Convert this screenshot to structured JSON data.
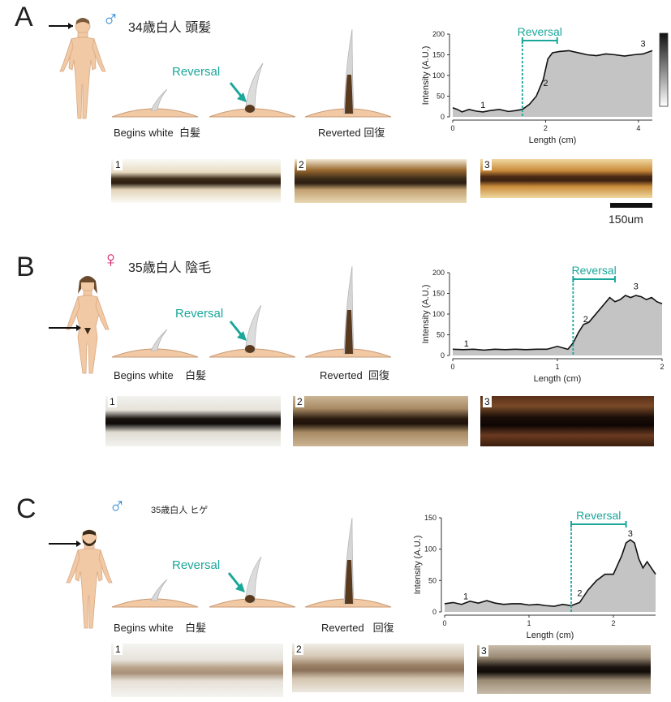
{
  "panels": [
    {
      "letter": "A",
      "sex_symbol": "♂",
      "sex_color": "#3a8fd6",
      "title": "34歳白人 頭髪",
      "stage1": "Begins white",
      "stage1_jp": "白髪",
      "stage2": "Reversal",
      "stage3": "Reverted",
      "stage3_jp": "回復",
      "micro_labels": [
        "1",
        "2",
        "3"
      ]
    },
    {
      "letter": "B",
      "sex_symbol": "♀",
      "sex_color": "#d21f6a",
      "title": "35歳白人 陰毛",
      "stage1": "Begins white",
      "stage1_jp": "白髪",
      "stage2": "Reversal",
      "stage3": "Reverted",
      "stage3_jp": "回復",
      "micro_labels": [
        "1",
        "2",
        "3"
      ]
    },
    {
      "letter": "C",
      "sex_symbol": "♂",
      "sex_color": "#3a8fd6",
      "title": "35歳白人 ヒゲ",
      "stage1": "Begins white",
      "stage1_jp": "白髪",
      "stage2": "Reversal",
      "stage3": "Reverted",
      "stage3_jp": "回復",
      "micro_labels": [
        "1",
        "2",
        "3"
      ]
    }
  ],
  "scalebar": "150um",
  "colors": {
    "teal": "#1aa79a",
    "skin": "#f1c9a5",
    "fill": "#c4c4c4"
  },
  "chart_data": [
    {
      "type": "area",
      "xlabel": "Length (cm)",
      "ylabel": "Intensity (A.U.)",
      "xlim": [
        0,
        4.3
      ],
      "ylim": [
        0,
        200
      ],
      "xticks": [
        0,
        2,
        4
      ],
      "yticks": [
        0,
        50,
        100,
        150,
        200
      ],
      "reversal_label": "Reversal",
      "reversal_range": [
        1.5,
        2.25
      ],
      "points": [
        {
          "label": "1",
          "x": 0.65,
          "y": 22
        },
        {
          "label": "2",
          "x": 2.0,
          "y": 75
        },
        {
          "label": "3",
          "x": 4.1,
          "y": 170
        }
      ],
      "x": [
        0,
        0.1,
        0.2,
        0.35,
        0.5,
        0.65,
        0.8,
        1.0,
        1.2,
        1.35,
        1.5,
        1.65,
        1.8,
        1.95,
        2.05,
        2.15,
        2.3,
        2.5,
        2.7,
        2.9,
        3.1,
        3.3,
        3.5,
        3.7,
        3.9,
        4.1,
        4.3
      ],
      "y": [
        22,
        18,
        12,
        18,
        14,
        12,
        15,
        18,
        13,
        15,
        18,
        30,
        50,
        90,
        140,
        155,
        158,
        160,
        155,
        150,
        148,
        152,
        150,
        147,
        150,
        152,
        160
      ]
    },
    {
      "type": "area",
      "xlabel": "Length (cm)",
      "ylabel": "Intensity (A.U.)",
      "xlim": [
        0,
        2
      ],
      "ylim": [
        0,
        200
      ],
      "xticks": [
        0,
        1,
        2
      ],
      "yticks": [
        0,
        50,
        100,
        150,
        200
      ],
      "reversal_label": "Reversal",
      "reversal_range": [
        1.15,
        1.55
      ],
      "points": [
        {
          "label": "1",
          "x": 0.13,
          "y": 22
        },
        {
          "label": "2",
          "x": 1.27,
          "y": 80
        },
        {
          "label": "3",
          "x": 1.75,
          "y": 160
        }
      ],
      "x": [
        0,
        0.1,
        0.2,
        0.3,
        0.4,
        0.5,
        0.6,
        0.7,
        0.8,
        0.9,
        1.0,
        1.1,
        1.15,
        1.2,
        1.25,
        1.3,
        1.35,
        1.4,
        1.45,
        1.5,
        1.55,
        1.6,
        1.65,
        1.7,
        1.75,
        1.8,
        1.85,
        1.9,
        1.95,
        2.0
      ],
      "y": [
        15,
        14,
        15,
        13,
        15,
        14,
        15,
        14,
        15,
        15,
        22,
        15,
        30,
        55,
        75,
        80,
        95,
        110,
        125,
        140,
        130,
        135,
        145,
        140,
        145,
        142,
        135,
        140,
        130,
        125
      ]
    },
    {
      "type": "area",
      "xlabel": "Length (cm)",
      "ylabel": "Intensity (A.U.)",
      "xlim": [
        0,
        2.5
      ],
      "ylim": [
        0,
        150
      ],
      "xticks": [
        0,
        1,
        2
      ],
      "yticks": [
        0,
        50,
        100,
        150
      ],
      "reversal_label": "Reversal",
      "reversal_range": [
        1.5,
        2.15
      ],
      "points": [
        {
          "label": "1",
          "x": 0.25,
          "y": 20
        },
        {
          "label": "2",
          "x": 1.6,
          "y": 25
        },
        {
          "label": "3",
          "x": 2.2,
          "y": 120
        }
      ],
      "x": [
        0,
        0.1,
        0.2,
        0.3,
        0.4,
        0.5,
        0.6,
        0.7,
        0.8,
        0.9,
        1.0,
        1.1,
        1.2,
        1.3,
        1.4,
        1.5,
        1.6,
        1.7,
        1.8,
        1.9,
        2.0,
        2.1,
        2.15,
        2.2,
        2.25,
        2.3,
        2.35,
        2.4,
        2.5
      ],
      "y": [
        13,
        15,
        12,
        17,
        14,
        18,
        14,
        12,
        13,
        13,
        11,
        12,
        10,
        9,
        12,
        10,
        15,
        35,
        50,
        60,
        60,
        90,
        110,
        115,
        110,
        85,
        70,
        80,
        60
      ]
    }
  ]
}
